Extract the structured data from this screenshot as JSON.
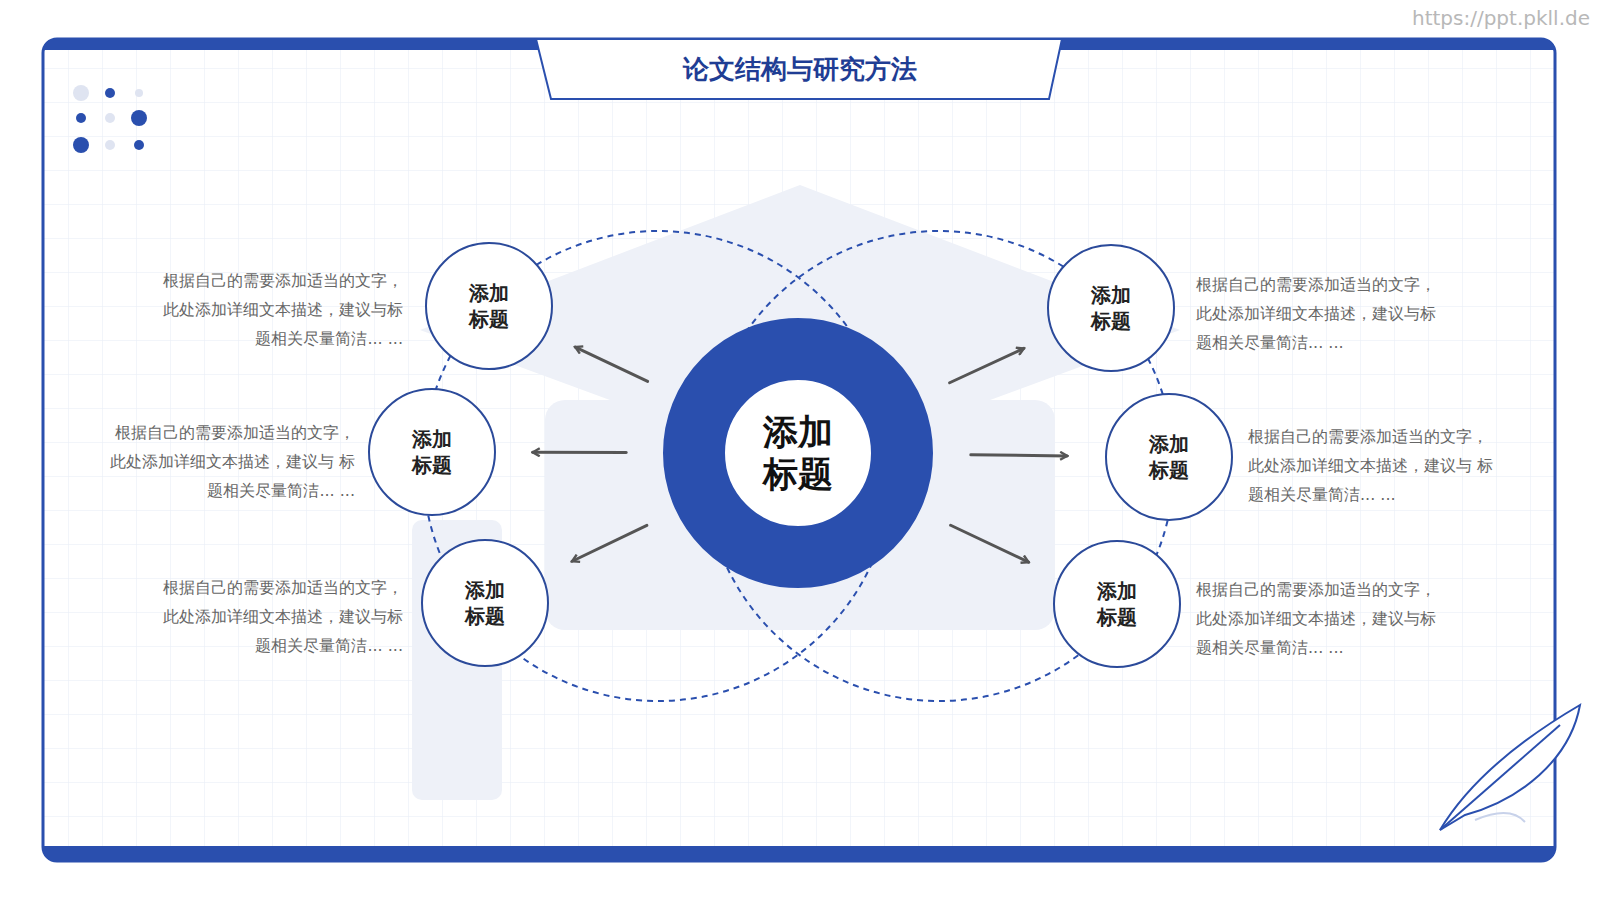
{
  "diagram": {
    "title": "论文结构与研究方法",
    "nodes": [
      {
        "text": [
          "添加 标题"
        ]
      },
      {
        "text": [
          "添加 标题"
        ]
      },
      {
        "text": [
          "添加 标题"
        ]
      },
      {
        "text": [
          "添加 标题"
        ]
      },
      {
        "text": [
          "添加 标题"
        ]
      },
      {
        "text": [
          "添加 标题"
        ]
      },
      {
        "text": [
          "添加 标题"
        ]
      }
    ],
    "edges": [
      {
        "from": 0,
        "to": 1,
        "arrow": "to"
      },
      {
        "from": 0,
        "to": 2,
        "arrow": "to"
      },
      {
        "from": 0,
        "to": 3,
        "arrow": "to"
      },
      {
        "from": 0,
        "to": 4,
        "arrow": "to"
      },
      {
        "from": 0,
        "to": 5,
        "arrow": "to"
      },
      {
        "from": 0,
        "to": 6,
        "arrow": "to"
      }
    ],
    "labels": [
      "https://ppt.pkll.de",
      "根据自己的需要添加适当的文字， 此处添加详细文本描述，建议与标 题相关尽量简洁... ...",
      "根据自己的需要添加适当的文字， 此处添加详细文本描述，建议与 标题相关尽量简洁... ...",
      "根据自己的需要添加适当的文字， 此处添加详细文本描述，建议与标 题相关尽量简洁... ...",
      "根据自己的需要添加适当的文字， 此处添加详细文本描述，建议与标 题相关尽量简洁... ...",
      "根据自己的需要添加适当的文字， 此处添加详细文本描述，建议与 标题相关尽量简洁... ...",
      "根据自己的需要添加适当的文字， 此处添加详细文本描述，建议与标 题相关尽量简洁... ..."
    ]
  }
}
